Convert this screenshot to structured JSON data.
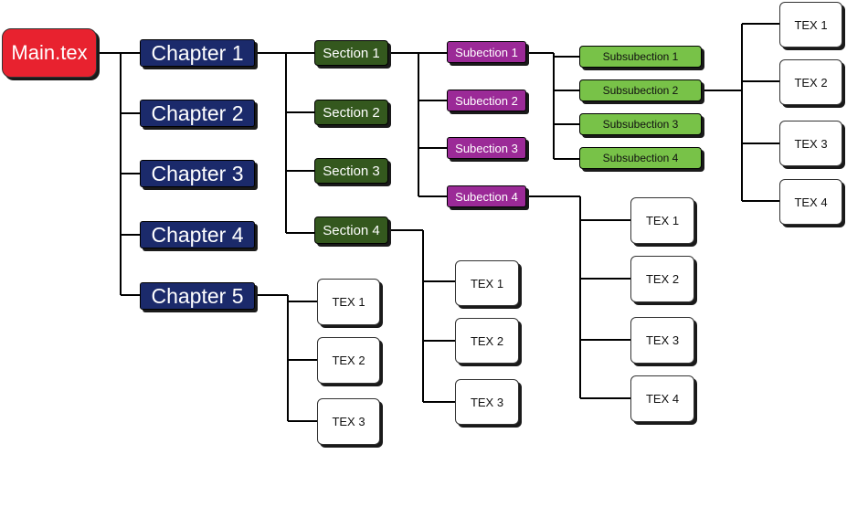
{
  "main": {
    "label": "Main.tex"
  },
  "chapters": [
    "Chapter 1",
    "Chapter 2",
    "Chapter 3",
    "Chapter 4",
    "Chapter 5"
  ],
  "chapter5_tex": [
    "TEX 1",
    "TEX 2",
    "TEX 3"
  ],
  "sections": [
    "Section 1",
    "Section 2",
    "Section 3",
    "Section 4"
  ],
  "section4_tex": [
    "TEX 1",
    "TEX 2",
    "TEX 3"
  ],
  "subsections": [
    "Subection 1",
    "Subection 2",
    "Subection 3",
    "Subection 4"
  ],
  "subsection4_tex": [
    "TEX 1",
    "TEX 2",
    "TEX 3",
    "TEX 4"
  ],
  "subsubsections": [
    "Subsubection 1",
    "Subsubection 2",
    "Subsubection 3",
    "Subsubection 4"
  ],
  "subsubsection2_tex": [
    "TEX 1",
    "TEX 2",
    "TEX 3",
    "TEX 4"
  ],
  "colors": {
    "main": "#e8222f",
    "chapter": "#1b2a6b",
    "section": "#34581e",
    "subsection": "#9b2a97",
    "subsubsection": "#78c248",
    "tex": "#ffffff"
  }
}
